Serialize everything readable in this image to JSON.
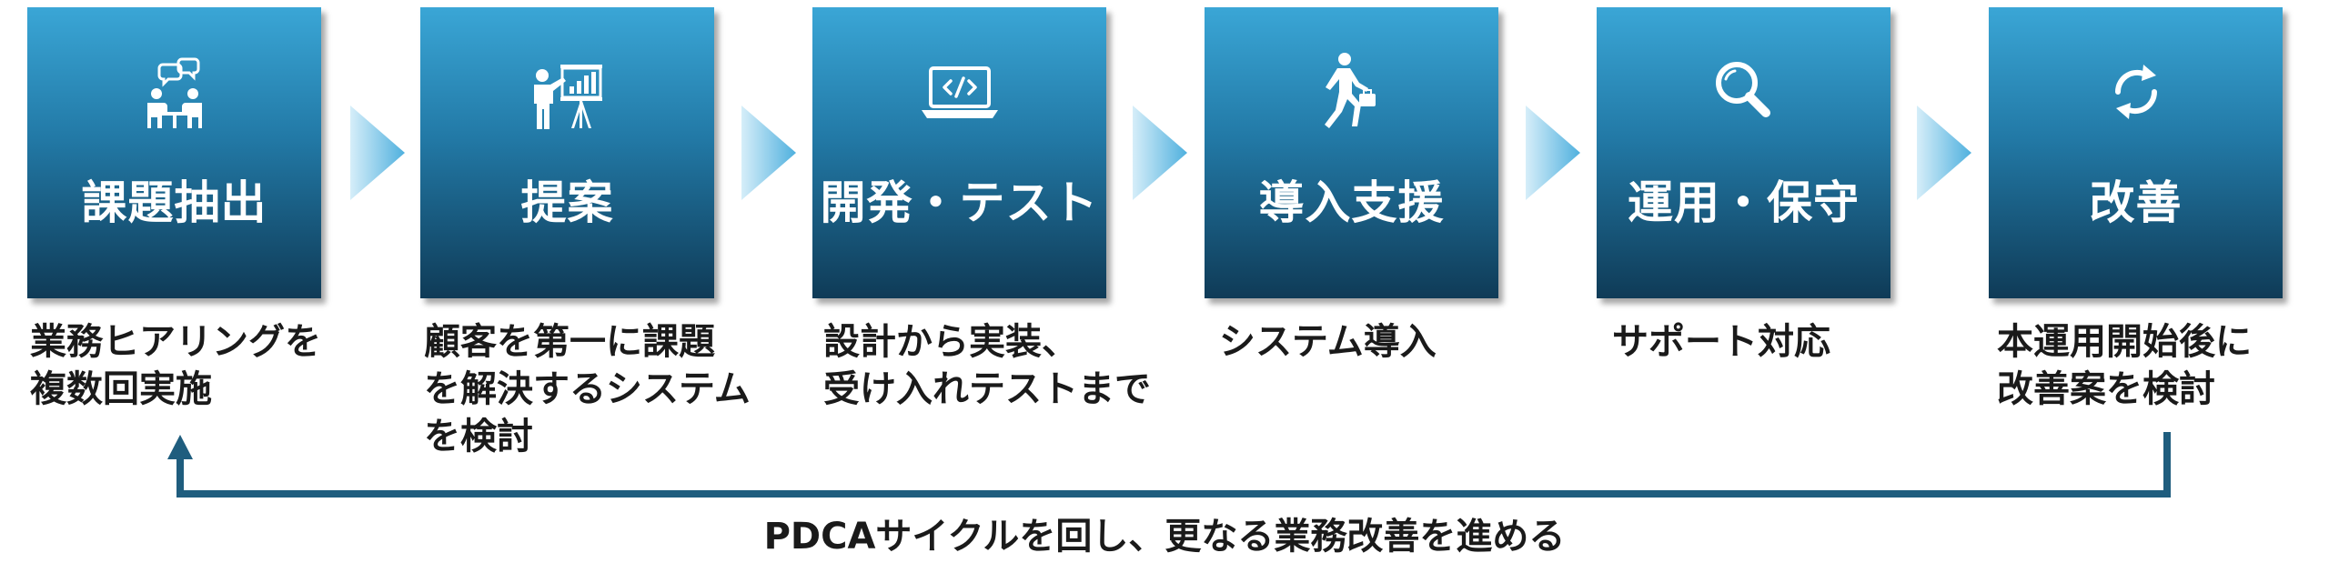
{
  "colors": {
    "box_top": "#3aa6d6",
    "box_bottom": "#0f3b57",
    "arrow_light": "#cfeaf8",
    "arrow_dark": "#4fb0de",
    "cycle_line": "#1f5d7e",
    "text": "#1a1a1a"
  },
  "steps": [
    {
      "title": "課題抽出",
      "icon": "meeting-icon",
      "description": "業務ヒアリングを\n複数回実施"
    },
    {
      "title": "提案",
      "icon": "presentation-icon",
      "description": "顧客を第一に課題\nを解決するシステム\nを検討"
    },
    {
      "title": "開発・テスト",
      "icon": "laptop-code-icon",
      "description": "設計から実装、\n受け入れテストまで"
    },
    {
      "title": "導入支援",
      "icon": "businessman-walking-icon",
      "description": "システム導入"
    },
    {
      "title": "運用・保守",
      "icon": "magnifier-icon",
      "description": "サポート対応"
    },
    {
      "title": "改善",
      "icon": "refresh-icon",
      "description": "本運用開始後に\n改善案を検討"
    }
  ],
  "cycle": {
    "caption": "PDCAサイクルを回し、更なる業務改善を進める"
  }
}
